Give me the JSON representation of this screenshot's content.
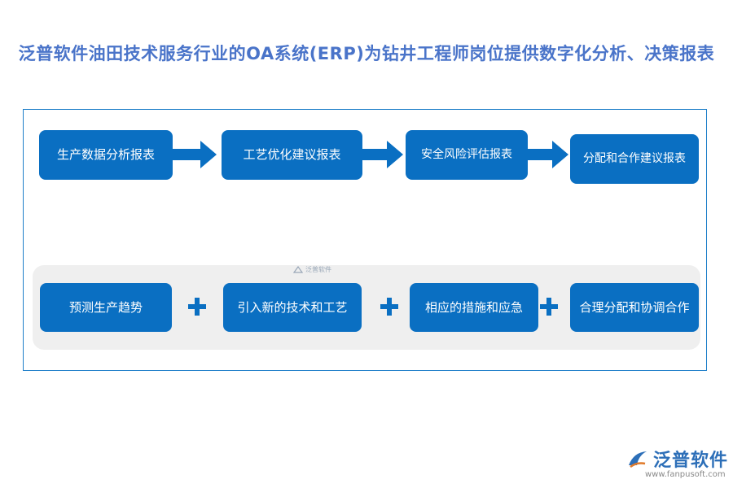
{
  "title": "泛普软件油田技术服务行业的OA系统(ERP)为钻井工程师岗位提供数字化分析、决策报表",
  "top_row": [
    "生产数据分析报表",
    "工艺优化建议报表",
    "安全风险评估报表",
    "分配和合作建议报表"
  ],
  "bottom_row": [
    "预测生产趋势",
    "引入新的技术和工艺",
    "相应的措施和应急",
    "合理分配和协调合作"
  ],
  "colors": {
    "box": "#0a6fc2",
    "title": "#4a74c9",
    "frame": "#1f7fc9",
    "panel": "#efefef"
  },
  "icons": {
    "arrow": "right-arrow-icon",
    "plus": "plus-icon"
  },
  "watermark": {
    "center_text": "泛普软件"
  },
  "brand": {
    "name": "泛普软件",
    "url": "www.fanpusoft.com"
  }
}
